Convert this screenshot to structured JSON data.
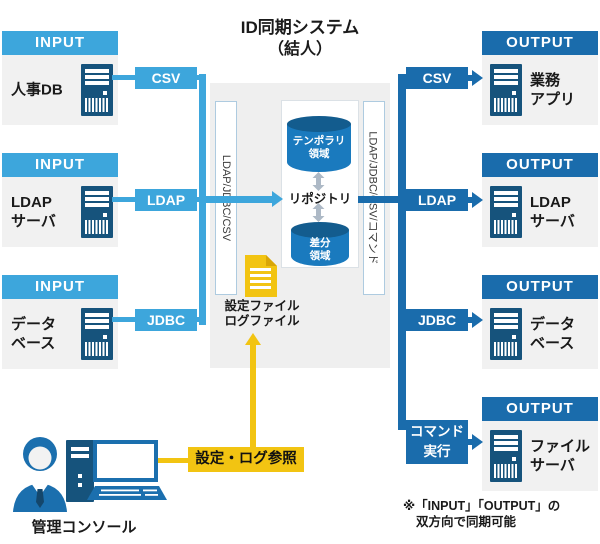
{
  "title": {
    "line1": "ID同期システム",
    "line2": "（結人）"
  },
  "colors": {
    "light_blue": "#3da6dc",
    "dark_blue": "#1a6cac",
    "server_navy": "#16537c",
    "panel_gray": "#efefef",
    "node_gray": "#f1f1f1",
    "yellow": "#f2c412",
    "cylinder_body": "#1a7abe",
    "cylinder_top": "#135c8e",
    "sync_arrow_gray": "#adb9c6"
  },
  "inputs": [
    {
      "header": "INPUT",
      "label": "人事DB",
      "protocol": "CSV"
    },
    {
      "header": "INPUT",
      "label": "LDAP\nサーバ",
      "protocol": "LDAP"
    },
    {
      "header": "INPUT",
      "label": "データ\nベース",
      "protocol": "JDBC"
    }
  ],
  "outputs": [
    {
      "header": "OUTPUT",
      "label": "業務\nアプリ",
      "protocol": "CSV"
    },
    {
      "header": "OUTPUT",
      "label": "LDAP\nサーバ",
      "protocol": "LDAP"
    },
    {
      "header": "OUTPUT",
      "label": "データ\nベース",
      "protocol": "JDBC"
    },
    {
      "header": "OUTPUT",
      "label": "ファイル\nサーバ",
      "protocol": "コマンド\n実行"
    }
  ],
  "center": {
    "left_bus_label": "LDAP/JDBC/CSV",
    "right_bus_label": "LDAP/JDBC/CSV/コマンド",
    "repository_label": "リポジトリ",
    "temp_area_label": "テンポラリ\n領域",
    "diff_area_label": "差分\n領域"
  },
  "files": {
    "caption": "設定ファイル\nログファイル"
  },
  "console": {
    "caption": "管理コンソール",
    "action_label": "設定・ログ参照"
  },
  "note": {
    "line1": "※「INPUT」「OUTPUT」の",
    "line2": "双方向で同期可能"
  }
}
